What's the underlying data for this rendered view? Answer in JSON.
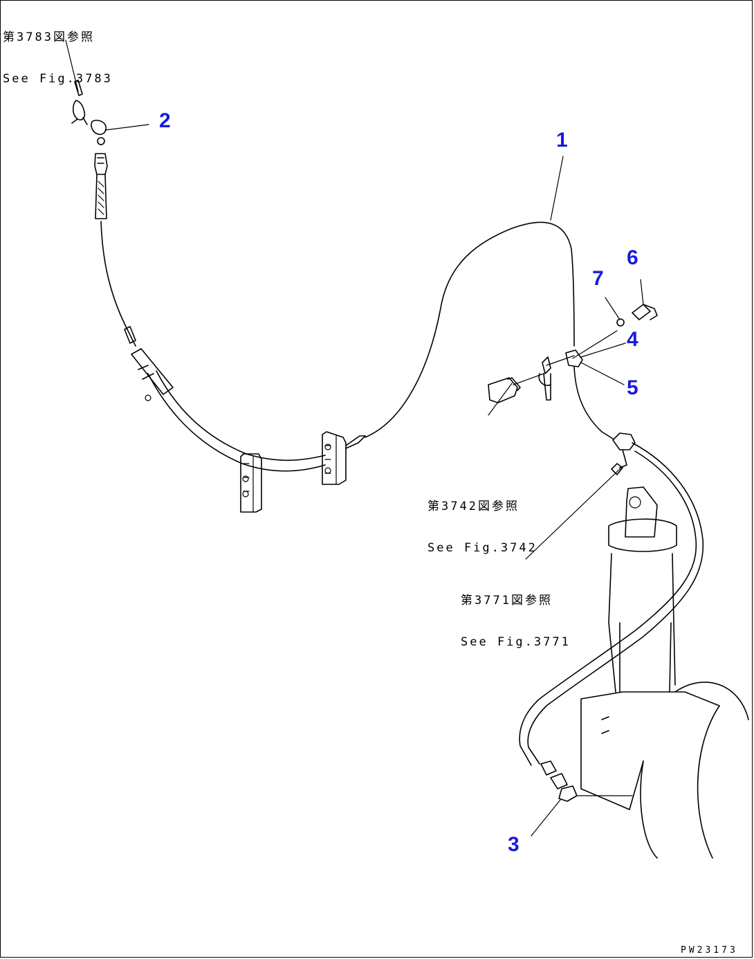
{
  "references": [
    {
      "jp": "第3783図参照",
      "en": "See Fig.3783"
    },
    {
      "jp": "第3742図参照",
      "en": "See Fig.3742"
    },
    {
      "jp": "第3771図参照",
      "en": "See Fig.3771"
    }
  ],
  "callouts": [
    "1",
    "2",
    "3",
    "4",
    "5",
    "6",
    "7"
  ],
  "drawing_code": "PW23173",
  "colors": {
    "callout": "#1a1adf",
    "line": "#000000"
  }
}
